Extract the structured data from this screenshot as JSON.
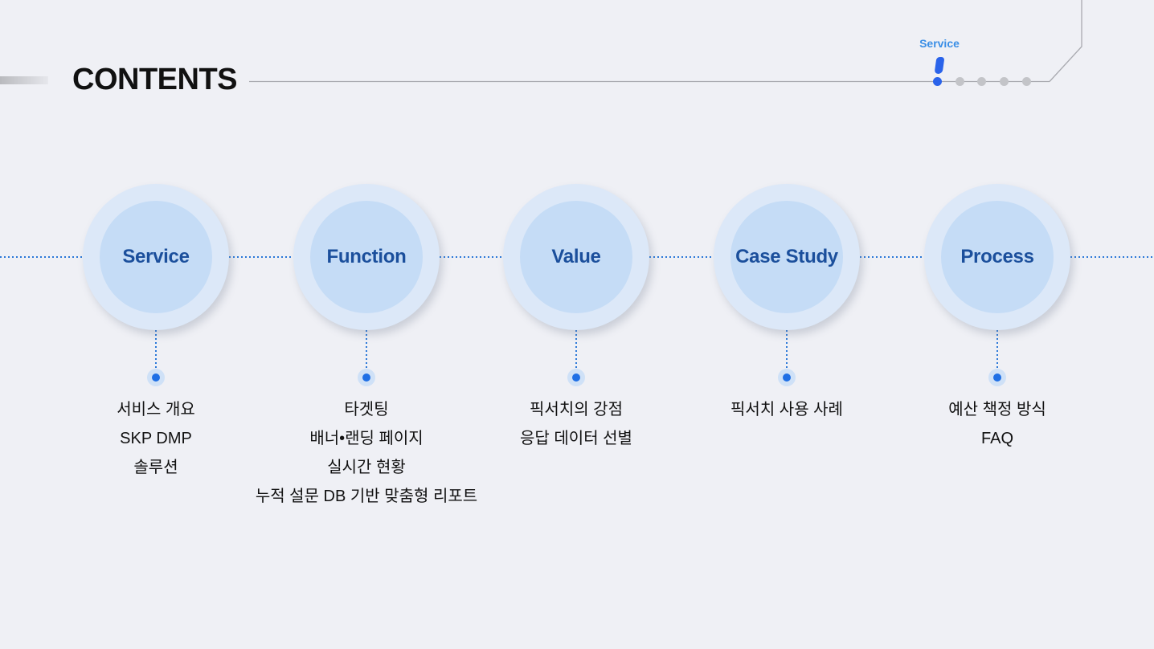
{
  "header": {
    "title": "CONTENTS"
  },
  "nav": {
    "current_label": "Service",
    "dots": 5,
    "active_index": 0
  },
  "colors": {
    "accent": "#2a63ea",
    "node_outer": "#dce8f8",
    "node_inner": "#c5dcf6",
    "node_text": "#1b4f9c",
    "timeline": "#2b78d8"
  },
  "sections": [
    {
      "label": "Service",
      "items": [
        "서비스 개요",
        "SKP DMP",
        "솔루션"
      ]
    },
    {
      "label": "Function",
      "items": [
        "타겟팅",
        "배너•랜딩 페이지",
        "실시간 현황",
        "누적 설문 DB 기반 맞춤형 리포트"
      ]
    },
    {
      "label": "Value",
      "items": [
        "픽서치의 강점",
        "응답 데이터 선별"
      ]
    },
    {
      "label": "Case Study",
      "items": [
        "픽서치 사용 사례"
      ]
    },
    {
      "label": "Process",
      "items": [
        "예산 책정 방식",
        "FAQ"
      ]
    }
  ]
}
